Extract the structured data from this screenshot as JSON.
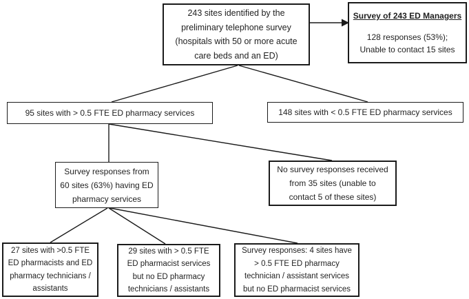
{
  "diagram": {
    "background": "#ffffff",
    "line_color": "#1a1a1a",
    "text_color": "#1f1f1f",
    "nodes": {
      "identified_sites": {
        "text": "243 sites identified by the\npreliminary telephone survey\n(hospitals with 50 or more acute\ncare beds and an ED)"
      },
      "ed_managers_survey": {
        "title": "Survey of 243 ED Managers",
        "body": "128 responses (53%);\nUnable to contact 15 sites"
      },
      "sites_over_half_fte": {
        "text": "95 sites with > 0.5 FTE ED pharmacy services"
      },
      "sites_under_half_fte": {
        "text": "148 sites with < 0.5 FTE ED pharmacy services"
      },
      "survey_responses_60": {
        "text": "Survey responses from\n60 sites (63%) having ED\npharmacy services"
      },
      "no_responses_35": {
        "text": "No survey responses received\nfrom 35 sites (unable to\ncontact 5 of these sites)"
      },
      "sites_27": {
        "text": "27 sites with >0.5 FTE\nED pharmacists and ED\npharmacy technicians /\nassistants"
      },
      "sites_29": {
        "text": "29 sites with > 0.5 FTE\nED pharmacist services\nbut no ED pharmacy\ntechnicians / assistants"
      },
      "sites_4": {
        "text": "Survey responses: 4 sites have\n> 0.5 FTE ED pharmacy\ntechnician / assistant services\nbut no ED pharmacist services"
      }
    }
  }
}
